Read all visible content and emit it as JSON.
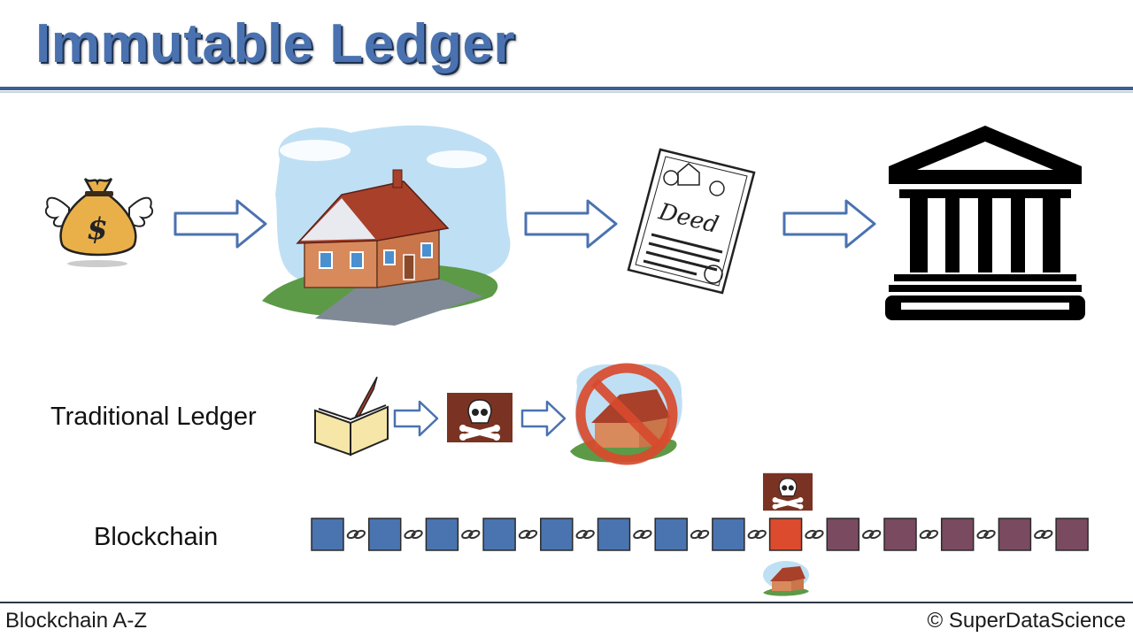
{
  "title": "Immutable Ledger",
  "rows": {
    "traditional": "Traditional Ledger",
    "blockchain": "Blockchain"
  },
  "footer": {
    "left": "Blockchain A-Z",
    "right": "© SuperDataScience"
  },
  "icons": {
    "money_bag": "money-bag-with-wings",
    "house": "house",
    "deed": "deed-document",
    "bank": "bank-building",
    "book": "ledger-book-with-quill",
    "skull": "skull-and-crossbones",
    "no_house": "forbidden-house",
    "small_house": "house",
    "deed_text": "Deed"
  },
  "blockchain": {
    "blue_blocks": 8,
    "tampered_index": 8,
    "purple_blocks": 5
  },
  "colors": {
    "title": "#4a72b0",
    "block_blue": "#4a74b0",
    "block_red": "#dc4b2e",
    "block_purple": "#7a4a60",
    "skull_bg": "#7a3322"
  }
}
